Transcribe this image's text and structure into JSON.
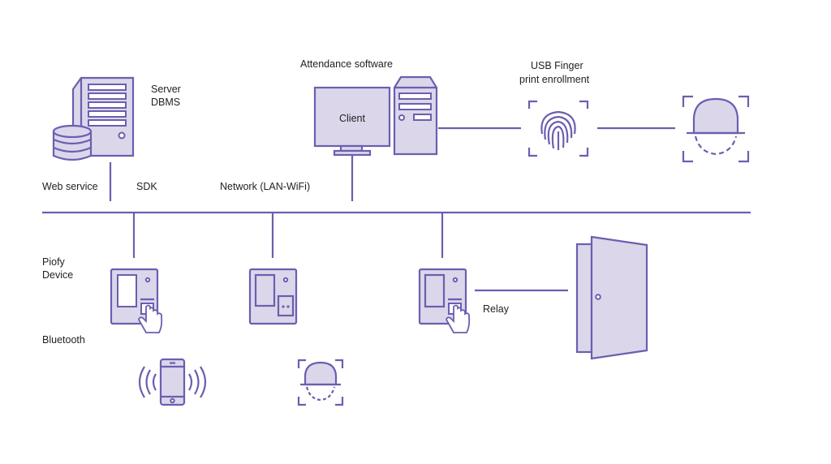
{
  "colors": {
    "stroke": "#6a5fb0",
    "fill": "#dcd6ea",
    "text": "#222222"
  },
  "labels": {
    "server": "Server",
    "dbms": "DBMS",
    "web_service": "Web service",
    "sdk": "SDK",
    "network": "Network (LAN-WiFi)",
    "attendance_software": "Attendance software",
    "client": "Client",
    "usb_finger_line1": "USB Finger",
    "usb_finger_line2": "print enrollment",
    "piofy": "Piofy",
    "device": "Device",
    "bluetooth": "Bluetooth",
    "relay": "Relay"
  },
  "icons": [
    "server-icon",
    "database-icon",
    "monitor-icon",
    "pc-tower-icon",
    "fingerprint-scanner-icon",
    "face-scanner-icon",
    "terminal-device-icon",
    "hand-pointer-icon",
    "smartphone-icon",
    "wireless-signal-icon",
    "door-icon"
  ]
}
